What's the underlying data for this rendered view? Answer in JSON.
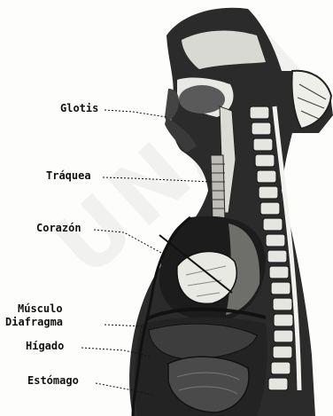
{
  "labels": {
    "glottis": "Glotis",
    "trachea": "Tráquea",
    "heart": "Corazón",
    "diaphragm_line1": "Músculo",
    "diaphragm_line2": "Diafragma",
    "liver": "Hígado",
    "stomach": "Estómago"
  },
  "watermark": "UNAM",
  "colors": {
    "ink": "#111111",
    "paper": "#fdfdfb",
    "tissue_dark": "#1a1a1a",
    "tissue_gray": "#8a8a8a",
    "highlight": "#e8e8e4"
  }
}
